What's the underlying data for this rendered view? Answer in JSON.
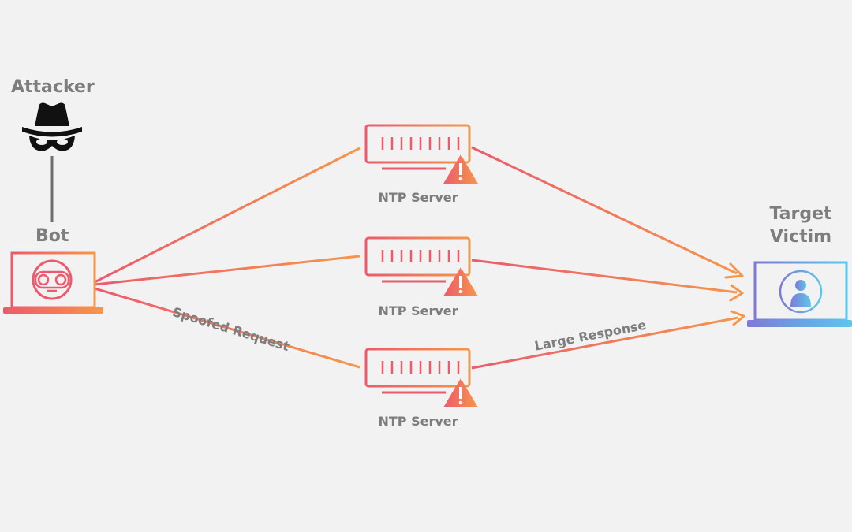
{
  "labels": {
    "attacker": "Attacker",
    "bot": "Bot",
    "target_line1": "Target",
    "target_line2": "Victim",
    "servers": [
      "NTP Server",
      "NTP Server",
      "NTP Server"
    ],
    "spoofed_request": "Spoofed Request",
    "large_response": "Large Response"
  },
  "icons": {
    "attacker": "spy-hat-mask-icon",
    "bot": "robot-face-laptop-icon",
    "server": "server-rack-icon",
    "warning": "warning-triangle-icon",
    "victim": "user-laptop-icon"
  },
  "colors": {
    "background": "#f2f2f2",
    "text": "#7d7d7d",
    "gradient_start": "#ec5a6c",
    "gradient_end": "#f6964a",
    "victim_gradient_start": "#7e7ad8",
    "victim_gradient_end": "#5cc7ea",
    "attacker": "#111111",
    "connector": "#6f6f6f"
  }
}
